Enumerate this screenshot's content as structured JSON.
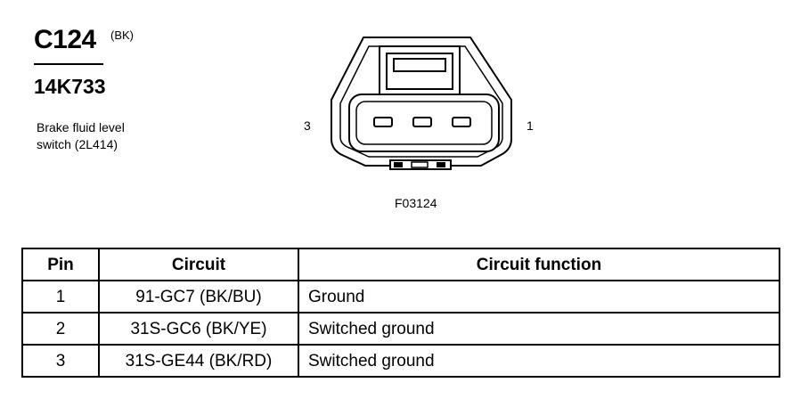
{
  "connector": {
    "id": "C124",
    "color_code": "(BK)",
    "part_number": "14K733",
    "description_lines": [
      "Brake fluid level",
      "switch (2L414)"
    ]
  },
  "figure": {
    "pin_label_left": "3",
    "pin_label_right": "1",
    "code": "F03124"
  },
  "table": {
    "headers": [
      "Pin",
      "Circuit",
      "Circuit function"
    ],
    "rows": [
      {
        "pin": "1",
        "circuit": "91-GC7 (BK/BU)",
        "function": "Ground"
      },
      {
        "pin": "2",
        "circuit": "31S-GC6 (BK/YE)",
        "function": "Switched ground"
      },
      {
        "pin": "3",
        "circuit": "31S-GE44 (BK/RD)",
        "function": "Switched ground"
      }
    ]
  }
}
